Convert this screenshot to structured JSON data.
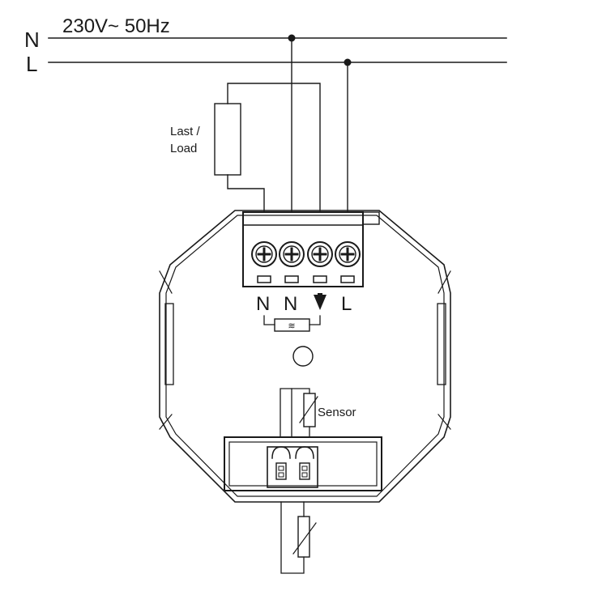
{
  "supply": {
    "n_label": "N",
    "l_label": "L",
    "voltage_label": "230V~ 50Hz"
  },
  "load": {
    "line1": "Last /",
    "line2": "Load"
  },
  "terminals": {
    "t1": "N",
    "t2": "N",
    "t4": "L",
    "heating_symbol": "≋"
  },
  "sensor": {
    "label": "Sensor"
  }
}
